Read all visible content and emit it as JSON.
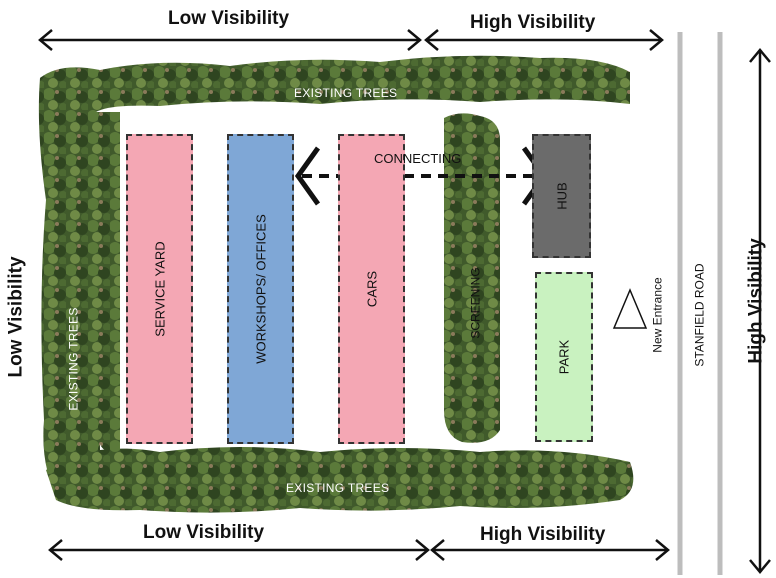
{
  "visibility": {
    "top_left": "Low Visibility",
    "top_right": "High Visibility",
    "bottom_left": "Low Visibility",
    "bottom_right": "High Visibility",
    "left_side": "Low Visibility",
    "right_side": "High Visibility"
  },
  "trees": {
    "top": "EXISTING TREES",
    "bottom": "EXISTING TREES",
    "left": "EXISTING TREES"
  },
  "zones": {
    "service_yard": "SERVICE YARD",
    "workshops": "WORKSHOPS/ OFFICES",
    "cars": "CARS",
    "screening": "SCREENING",
    "hub": "HUB",
    "park": "PARK"
  },
  "connecting": "CONNECTING",
  "road": "STANFIELD ROAD",
  "entrance": "New Entrance",
  "colors": {
    "pink": "#f4a7b4",
    "blue": "#7fa7d6",
    "grey": "#6b6b6b",
    "green": "#c9f2c0",
    "tree": "#3f5a2c",
    "road": "#bdbdbd"
  }
}
